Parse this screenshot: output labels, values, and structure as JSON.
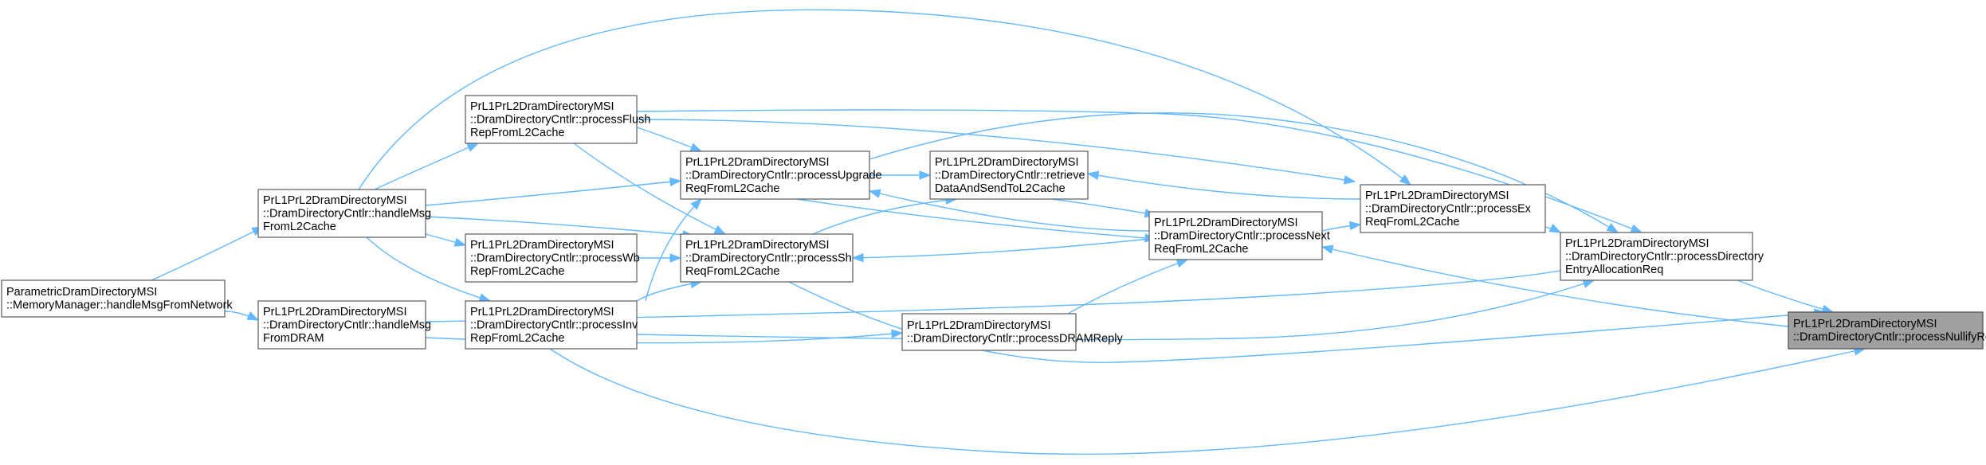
{
  "graph": {
    "nodes": [
      {
        "id": "param_mm",
        "lines": [
          "ParametricDramDirectoryMSI",
          "::MemoryManager::handleMsgFromNetwork"
        ]
      },
      {
        "id": "handle_l2",
        "lines": [
          "PrL1PrL2DramDirectoryMSI",
          "::DramDirectoryCntlr::handleMsg",
          "FromL2Cache"
        ]
      },
      {
        "id": "handle_dram",
        "lines": [
          "PrL1PrL2DramDirectoryMSI",
          "::DramDirectoryCntlr::handleMsg",
          "FromDRAM"
        ]
      },
      {
        "id": "flush",
        "lines": [
          "PrL1PrL2DramDirectoryMSI",
          "::DramDirectoryCntlr::processFlush",
          "RepFromL2Cache"
        ]
      },
      {
        "id": "wb",
        "lines": [
          "PrL1PrL2DramDirectoryMSI",
          "::DramDirectoryCntlr::processWb",
          "RepFromL2Cache"
        ]
      },
      {
        "id": "inv",
        "lines": [
          "PrL1PrL2DramDirectoryMSI",
          "::DramDirectoryCntlr::processInv",
          "RepFromL2Cache"
        ]
      },
      {
        "id": "upgrade",
        "lines": [
          "PrL1PrL2DramDirectoryMSI",
          "::DramDirectoryCntlr::processUpgrade",
          "ReqFromL2Cache"
        ]
      },
      {
        "id": "sh",
        "lines": [
          "PrL1PrL2DramDirectoryMSI",
          "::DramDirectoryCntlr::processSh",
          "ReqFromL2Cache"
        ]
      },
      {
        "id": "retrieve",
        "lines": [
          "PrL1PrL2DramDirectoryMSI",
          "::DramDirectoryCntlr::retrieve",
          "DataAndSendToL2Cache"
        ]
      },
      {
        "id": "dram_reply",
        "lines": [
          "PrL1PrL2DramDirectoryMSI",
          "::DramDirectoryCntlr::processDRAMReply"
        ]
      },
      {
        "id": "next",
        "lines": [
          "PrL1PrL2DramDirectoryMSI",
          "::DramDirectoryCntlr::processNext",
          "ReqFromL2Cache"
        ]
      },
      {
        "id": "ex",
        "lines": [
          "PrL1PrL2DramDirectoryMSI",
          "::DramDirectoryCntlr::processEx",
          "ReqFromL2Cache"
        ]
      },
      {
        "id": "dir_alloc",
        "lines": [
          "PrL1PrL2DramDirectoryMSI",
          "::DramDirectoryCntlr::processDirectory",
          "EntryAllocationReq"
        ]
      },
      {
        "id": "nullify",
        "lines": [
          "PrL1PrL2DramDirectoryMSI",
          "::DramDirectoryCntlr::processNullifyReq"
        ],
        "focus": true
      }
    ],
    "edges": [
      {
        "from": "param_mm",
        "to": "handle_l2"
      },
      {
        "from": "param_mm",
        "to": "handle_dram"
      },
      {
        "from": "handle_l2",
        "to": "flush"
      },
      {
        "from": "handle_l2",
        "to": "wb"
      },
      {
        "from": "handle_l2",
        "to": "inv"
      },
      {
        "from": "handle_l2",
        "to": "upgrade"
      },
      {
        "from": "handle_l2",
        "to": "sh"
      },
      {
        "from": "handle_l2",
        "to": "ex"
      },
      {
        "from": "handle_l2",
        "to": "nullify"
      },
      {
        "from": "handle_dram",
        "to": "dram_reply"
      },
      {
        "from": "flush",
        "to": "sh"
      },
      {
        "from": "flush",
        "to": "upgrade"
      },
      {
        "from": "flush",
        "to": "ex"
      },
      {
        "from": "flush",
        "to": "dir_alloc"
      },
      {
        "from": "wb",
        "to": "sh"
      },
      {
        "from": "inv",
        "to": "upgrade"
      },
      {
        "from": "inv",
        "to": "sh"
      },
      {
        "from": "inv",
        "to": "dir_alloc"
      },
      {
        "from": "inv",
        "to": "nullify"
      },
      {
        "from": "upgrade",
        "to": "retrieve"
      },
      {
        "from": "upgrade",
        "to": "next"
      },
      {
        "from": "upgrade",
        "to": "dir_alloc"
      },
      {
        "from": "sh",
        "to": "retrieve"
      },
      {
        "from": "sh",
        "to": "nullify"
      },
      {
        "from": "dram_reply",
        "to": "next"
      },
      {
        "from": "retrieve",
        "to": "next"
      },
      {
        "from": "next",
        "to": "sh"
      },
      {
        "from": "next",
        "to": "upgrade"
      },
      {
        "from": "next",
        "to": "ex"
      },
      {
        "from": "ex",
        "to": "retrieve"
      },
      {
        "from": "ex",
        "to": "dir_alloc"
      },
      {
        "from": "dir_alloc",
        "to": "nullify"
      },
      {
        "from": "nullify",
        "to": "next"
      }
    ]
  },
  "colors": {
    "edge": "#63b8ff",
    "node_border": "#666666",
    "node_fill": "#ffffff",
    "focus_fill": "#a0a0a0",
    "text": "#000000"
  }
}
